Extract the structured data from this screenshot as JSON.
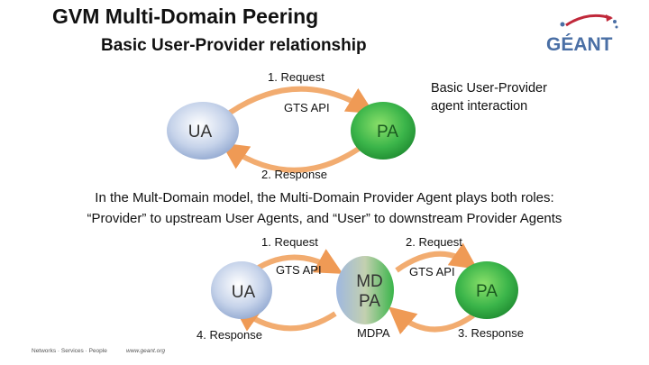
{
  "header": {
    "title": "GVM Multi-Domain Peering",
    "subtitle": "Basic User-Provider relationship",
    "logo_text": "GÉANT"
  },
  "diagram1": {
    "request_label": "1. Request",
    "api_label": "GTS API",
    "response_label": "2. Response",
    "ua_label": "UA",
    "pa_label": "PA",
    "note_line1": "Basic User-Provider",
    "note_line2": "agent interaction"
  },
  "paragraph": {
    "line1": "In the Mult-Domain model, the Multi-Domain Provider Agent plays both roles:",
    "line2": "“Provider” to upstream User Agents, and “User” to downstream Provider Agents"
  },
  "diagram2": {
    "request1_label": "1. Request",
    "request2_label": "2. Request",
    "api1_label": "GTS API",
    "api2_label": "GTS API",
    "response4_label": "4. Response",
    "response3_label": "3. Response",
    "ua_label": "UA",
    "mdpa_label_line1": "MD",
    "mdpa_label_line2": "PA",
    "pa_label": "PA",
    "mdpa_caption": "MDPA"
  },
  "footer": {
    "tagline": "Networks · Services · People",
    "url": "www.geant.org"
  },
  "colors": {
    "ua_blue": "#b7c7e3",
    "pa_green": "#3ab54a",
    "arrow_orange": "#f0a868",
    "logo_blue": "#4a6fa5",
    "logo_red": "#c0283a"
  }
}
